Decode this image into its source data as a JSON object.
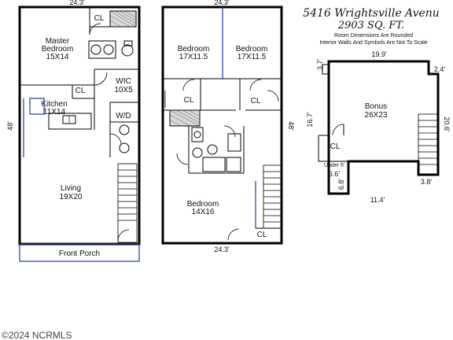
{
  "header": {
    "address": "5416 Wrightsville Avenu",
    "sqft": "2903 SQ. FT.",
    "note1": "Room Dimensions Are Rounded",
    "note2": "Interior Walls And Symbols Are Not To Scale"
  },
  "first_floor": {
    "top_width": "24.3'",
    "side_length": "48'",
    "rooms": {
      "master_name": "Master",
      "master_name2": "Bedroom",
      "master_size": "15X14",
      "closet": "CL",
      "closet2": "CL",
      "wic_name": "WIC",
      "wic_size": "10X5",
      "kitchen_name": "Kitchen",
      "kitchen_size": "11X14",
      "laundry": "W/D",
      "living_name": "Living",
      "living_size": "19X20",
      "porch": "Front Porch"
    }
  },
  "second_floor": {
    "top_width": "24.3'",
    "bottom_width": "24.3'",
    "side_length": "48'",
    "rooms": {
      "bed1_name": "Bedroom",
      "bed1_size": "17X11.5",
      "bed2_name": "Bedroom",
      "bed2_size": "17X11.5",
      "bed3_name": "Bedroom",
      "bed3_size": "14X16",
      "closet1": "CL",
      "closet2": "CL",
      "closet3": "CL"
    }
  },
  "bonus": {
    "name": "Bonus",
    "size": "26X23",
    "closet": "CL",
    "under": "Under 5'",
    "dims": {
      "top": "19.9'",
      "top_left": "3.7'",
      "top_right": "2.4'",
      "left": "16.7'",
      "right": "20.6'",
      "step_w": "6.6'",
      "step_h": "6.8'",
      "bottom": "11.4'",
      "bottom_right": "3.8'"
    }
  },
  "footer": {
    "copyright": "©2024 NCRMLS"
  },
  "icons": [
    "door-swing-icon",
    "stairs-icon",
    "toilet-icon",
    "sink-icon",
    "tub-icon",
    "range-icon",
    "fireplace-icon"
  ]
}
